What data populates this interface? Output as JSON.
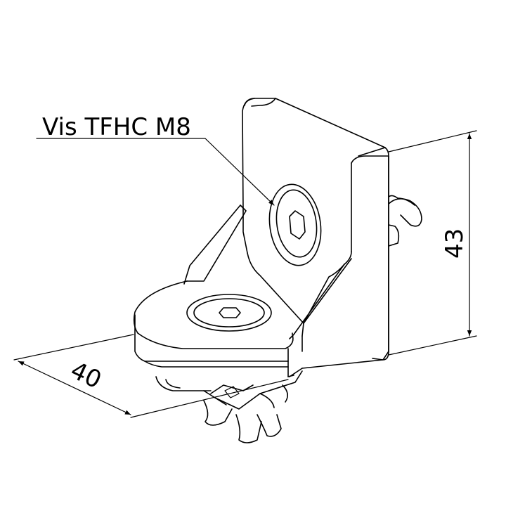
{
  "callout": {
    "label": "Vis TFHC M8"
  },
  "dimensions": {
    "width": "40",
    "height": "43"
  },
  "colors": {
    "line": "#000000",
    "background": "#ffffff"
  }
}
